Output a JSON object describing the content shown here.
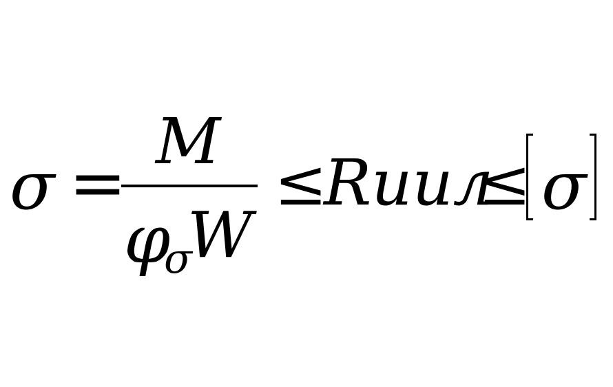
{
  "formula": {
    "lhs": "σ",
    "equals": "=",
    "numerator": "M",
    "denominator_main": "φ",
    "denominator_sub": "σ",
    "denominator_tail": "W",
    "leq_1": "≤",
    "middle": "Rиил",
    "leq_2": "≤",
    "rhs": "σ"
  }
}
